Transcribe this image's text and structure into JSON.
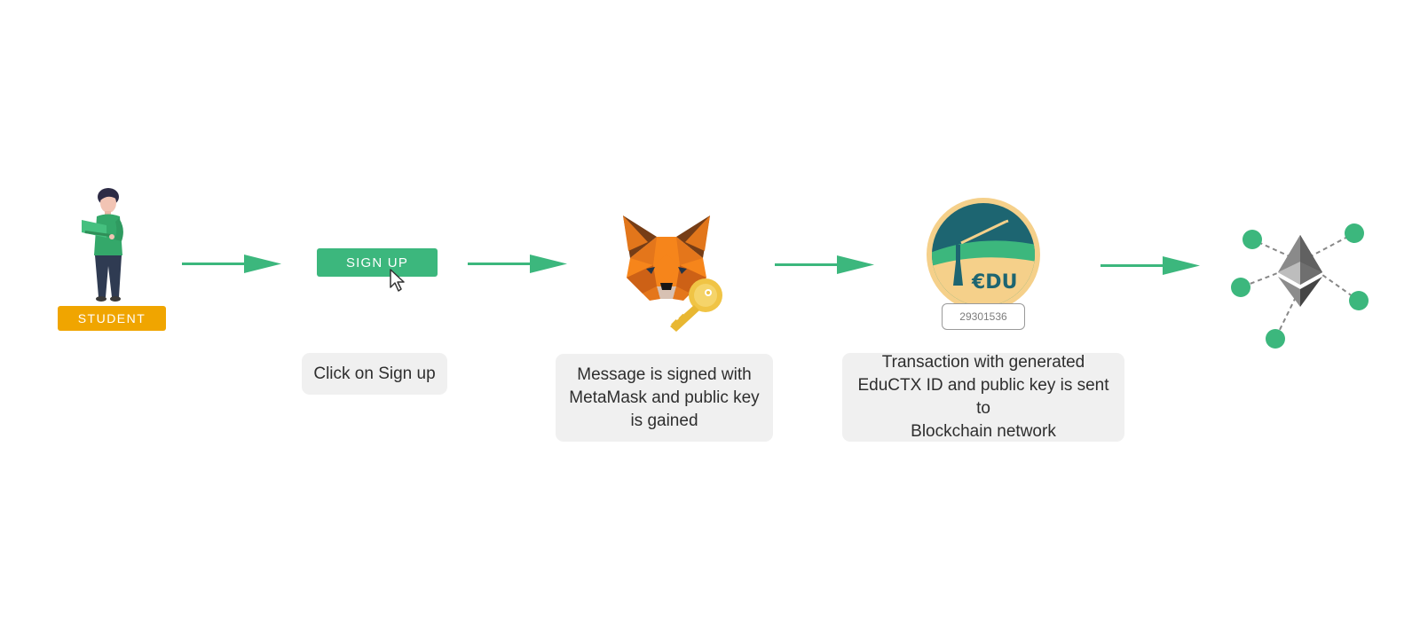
{
  "student": {
    "label": "STUDENT"
  },
  "signup": {
    "button_label": "SIGN UP"
  },
  "steps": [
    {
      "text": "Click on Sign up"
    },
    {
      "line1": "Message is signed with",
      "line2": "MetaMask and public key",
      "line3": "is gained"
    },
    {
      "line1": "Transaction with generated",
      "line2": "EduCTX ID and public key is sent to",
      "line3": "Blockchain network"
    }
  ],
  "edu_badge": {
    "logo_text": "€DU",
    "id_number": "29301536"
  },
  "icons": [
    "student-figure",
    "cursor-icon",
    "metamask-fox-icon",
    "key-icon",
    "educhain-logo-icon",
    "ethereum-network-icon",
    "arrow-right-icon"
  ],
  "colors": {
    "green": "#3cb77d",
    "orange": "#f0a500",
    "teal": "#1d6571",
    "gold": "#f5d08a",
    "box": "#f0f0f0"
  }
}
